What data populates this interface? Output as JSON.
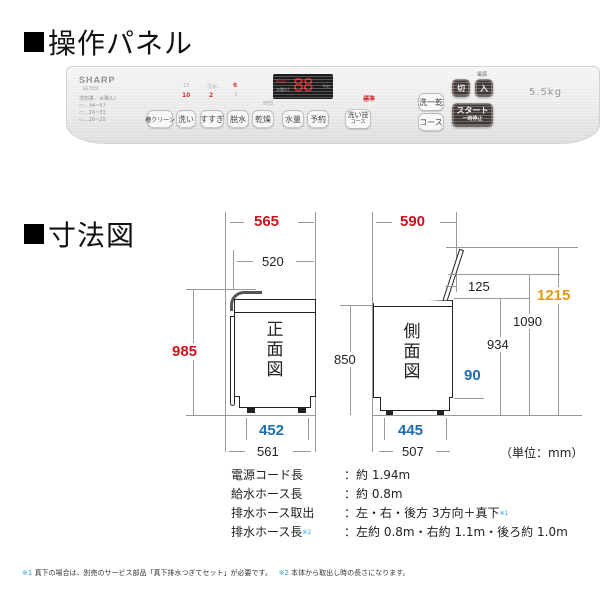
{
  "sections": {
    "panel_title": "操作パネル",
    "dimension_title": "寸法図"
  },
  "panel": {
    "brand": "SHARP",
    "model": "ES-TX5F",
    "capacity_header": "洗剤量／水量(L)",
    "capacity_rows": [
      "…34~57",
      "…24~31",
      "…20~20"
    ],
    "buttons": [
      "槽クリーン",
      "洗い",
      "すすぎ",
      "脱水",
      "乾燥",
      "水量",
      "予約"
    ],
    "course_button": {
      "line1": "洗い技",
      "line2": "コース"
    },
    "wash_button": "洗一乾",
    "course_select": "コース",
    "power_label": "電源",
    "off_button": "切",
    "on_button": "入",
    "start_button": {
      "line1": "スタート",
      "line2": "一時停止"
    },
    "capacity_label": "5.5kg",
    "indicators": {
      "wash_times": [
        "15",
        "10"
      ],
      "rinse_times": [
        "注水",
        "2"
      ],
      "spin_times": [
        "6",
        "3"
      ],
      "selected_mode": "標準",
      "hours_label": "時間"
    },
    "display": {
      "value": "88",
      "left_top": "Mode",
      "left_bottom": "水量(L)",
      "right": "予約"
    }
  },
  "dimensions": {
    "front": {
      "label": "正面図",
      "width_total": "565",
      "width_body": "520",
      "height_total": "985",
      "base_inner": "452",
      "base_outer": "561"
    },
    "side": {
      "label": "側面図",
      "depth_total": "590",
      "lid_offset": "125",
      "height_body": "850",
      "height_934": "934",
      "height_1090": "1090",
      "height_lid_open": "1215",
      "bottom_gap": "90",
      "base_inner": "445",
      "base_outer": "507"
    },
    "unit": "（単位：mm）"
  },
  "specs": [
    {
      "key": "電源コード長",
      "value": "約 1.94m",
      "key_note": "",
      "value_note": ""
    },
    {
      "key": "給水ホース長",
      "value": "約 0.8m",
      "key_note": "",
      "value_note": ""
    },
    {
      "key": "排水ホース取出",
      "value": "左・右・後方 3方向＋真下",
      "key_note": "",
      "value_note": "※1"
    },
    {
      "key": "排水ホース長",
      "value": "左約 0.8m・右約 1.1m・後ろ約 1.0m",
      "key_note": "※2",
      "value_note": ""
    }
  ],
  "footnotes": [
    {
      "mark": "※1",
      "text": "真下の場合は、別売のサービス部品「真下排水つぎてセット」が必要です。"
    },
    {
      "mark": "※2",
      "text": "本体から取出し時の長さになります。"
    }
  ],
  "colors": {
    "red": "#c8161d",
    "blue": "#1d6cb3",
    "orange": "#e8961a",
    "note": "#2aa5d6"
  }
}
